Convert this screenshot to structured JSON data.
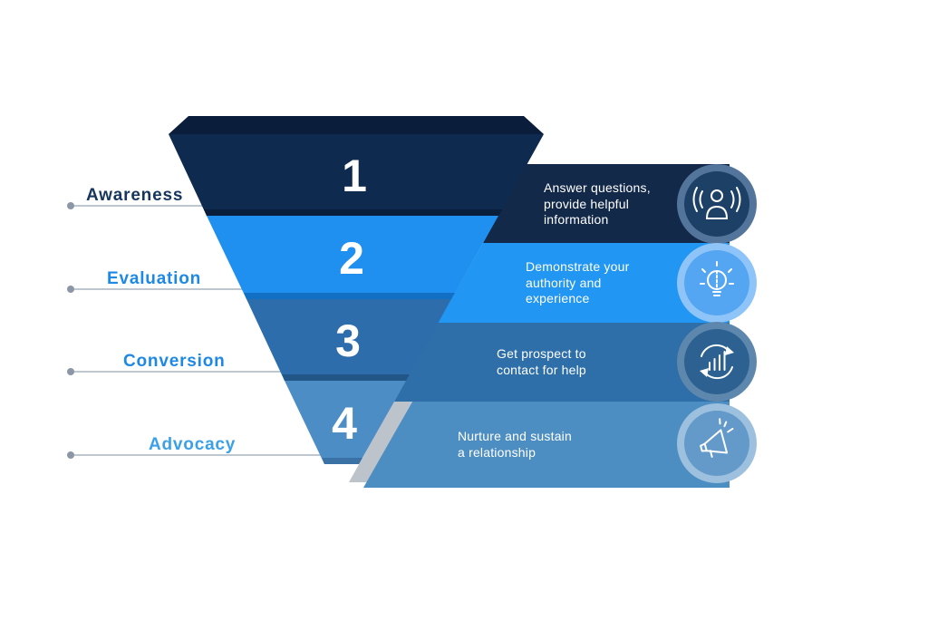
{
  "page": {
    "background": "#ffffff"
  },
  "colors": {
    "leader_line": "#a9b4c0",
    "leader_dot": "#8b97a6",
    "funnel_top_face": "#0a1d3a",
    "shadow_slash": "#bcc3cb",
    "number_text": "#ffffff",
    "ribbon_text": "#ffffff",
    "icon_stroke": "#ffffff"
  },
  "stages": [
    {
      "number": "1",
      "label": "Awareness",
      "label_color": "#16365e",
      "description": "Answer questions,\nprovide helpful\ninformation",
      "band_color": "#0e2a4e",
      "band_shade": "#091e3a",
      "ribbon_color": "#13294a",
      "ring_color": "#54759b",
      "disc_color": "#1d4166",
      "icon": "broadcast-person-icon"
    },
    {
      "number": "2",
      "label": "Evaluation",
      "label_color": "#1e88e5",
      "description": "Demonstrate your\nauthority and\nexperience",
      "band_color": "#1f8ff0",
      "band_shade": "#1270c4",
      "ribbon_color": "#2196f3",
      "ring_color": "#8ec4f8",
      "disc_color": "#54a6f2",
      "icon": "lightbulb-icon"
    },
    {
      "number": "3",
      "label": "Conversion",
      "label_color": "#1e88e5",
      "description": "Get prospect to\ncontact for help",
      "band_color": "#2d6dab",
      "band_shade": "#225687",
      "ribbon_color": "#2e6fa9",
      "ring_color": "#5e87ad",
      "disc_color": "#2d6191",
      "icon": "growth-cycle-icon"
    },
    {
      "number": "4",
      "label": "Advocacy",
      "label_color": "#3aa0e8",
      "description": "Nurture and sustain\na relationship",
      "band_color": "#4c8dc6",
      "band_shade": "#3a72a5",
      "ribbon_color": "#4d8ec2",
      "ring_color": "#9cc0de",
      "disc_color": "#639ac9",
      "icon": "megaphone-icon"
    }
  ]
}
